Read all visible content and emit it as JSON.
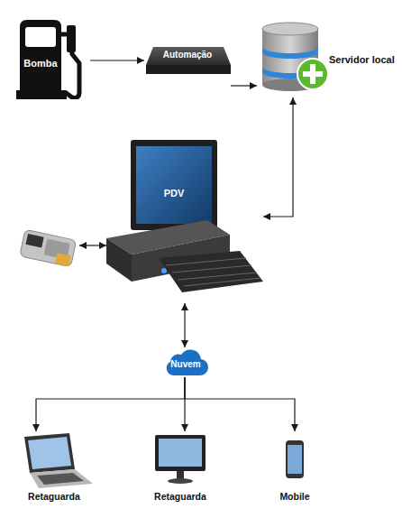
{
  "diagram": {
    "nodes": [
      {
        "text": [
          "Bomba"
        ]
      },
      {
        "text": [
          "Automação"
        ]
      },
      {
        "text": [
          "Servidor local"
        ]
      },
      {
        "text": [
          "PDV"
        ]
      },
      {
        "text": []
      },
      {
        "text": [
          "Nuvem"
        ]
      },
      {
        "text": [
          "Retaguarda"
        ]
      },
      {
        "text": [
          "Retaguarda"
        ]
      },
      {
        "text": [
          "Mobile"
        ]
      }
    ],
    "edges": [
      {
        "from": 0,
        "to": 1,
        "arrow": "to"
      },
      {
        "from": 1,
        "to": 2,
        "arrow": "to"
      },
      {
        "from": 2,
        "to": 3,
        "arrow": "both"
      },
      {
        "from": 4,
        "to": 3,
        "arrow": "both"
      },
      {
        "from": 3,
        "to": 5,
        "arrow": "both"
      },
      {
        "from": 5,
        "to": 6,
        "arrow": "to"
      },
      {
        "from": 5,
        "to": 7,
        "arrow": "to"
      },
      {
        "from": 5,
        "to": 8,
        "arrow": "to"
      }
    ]
  }
}
